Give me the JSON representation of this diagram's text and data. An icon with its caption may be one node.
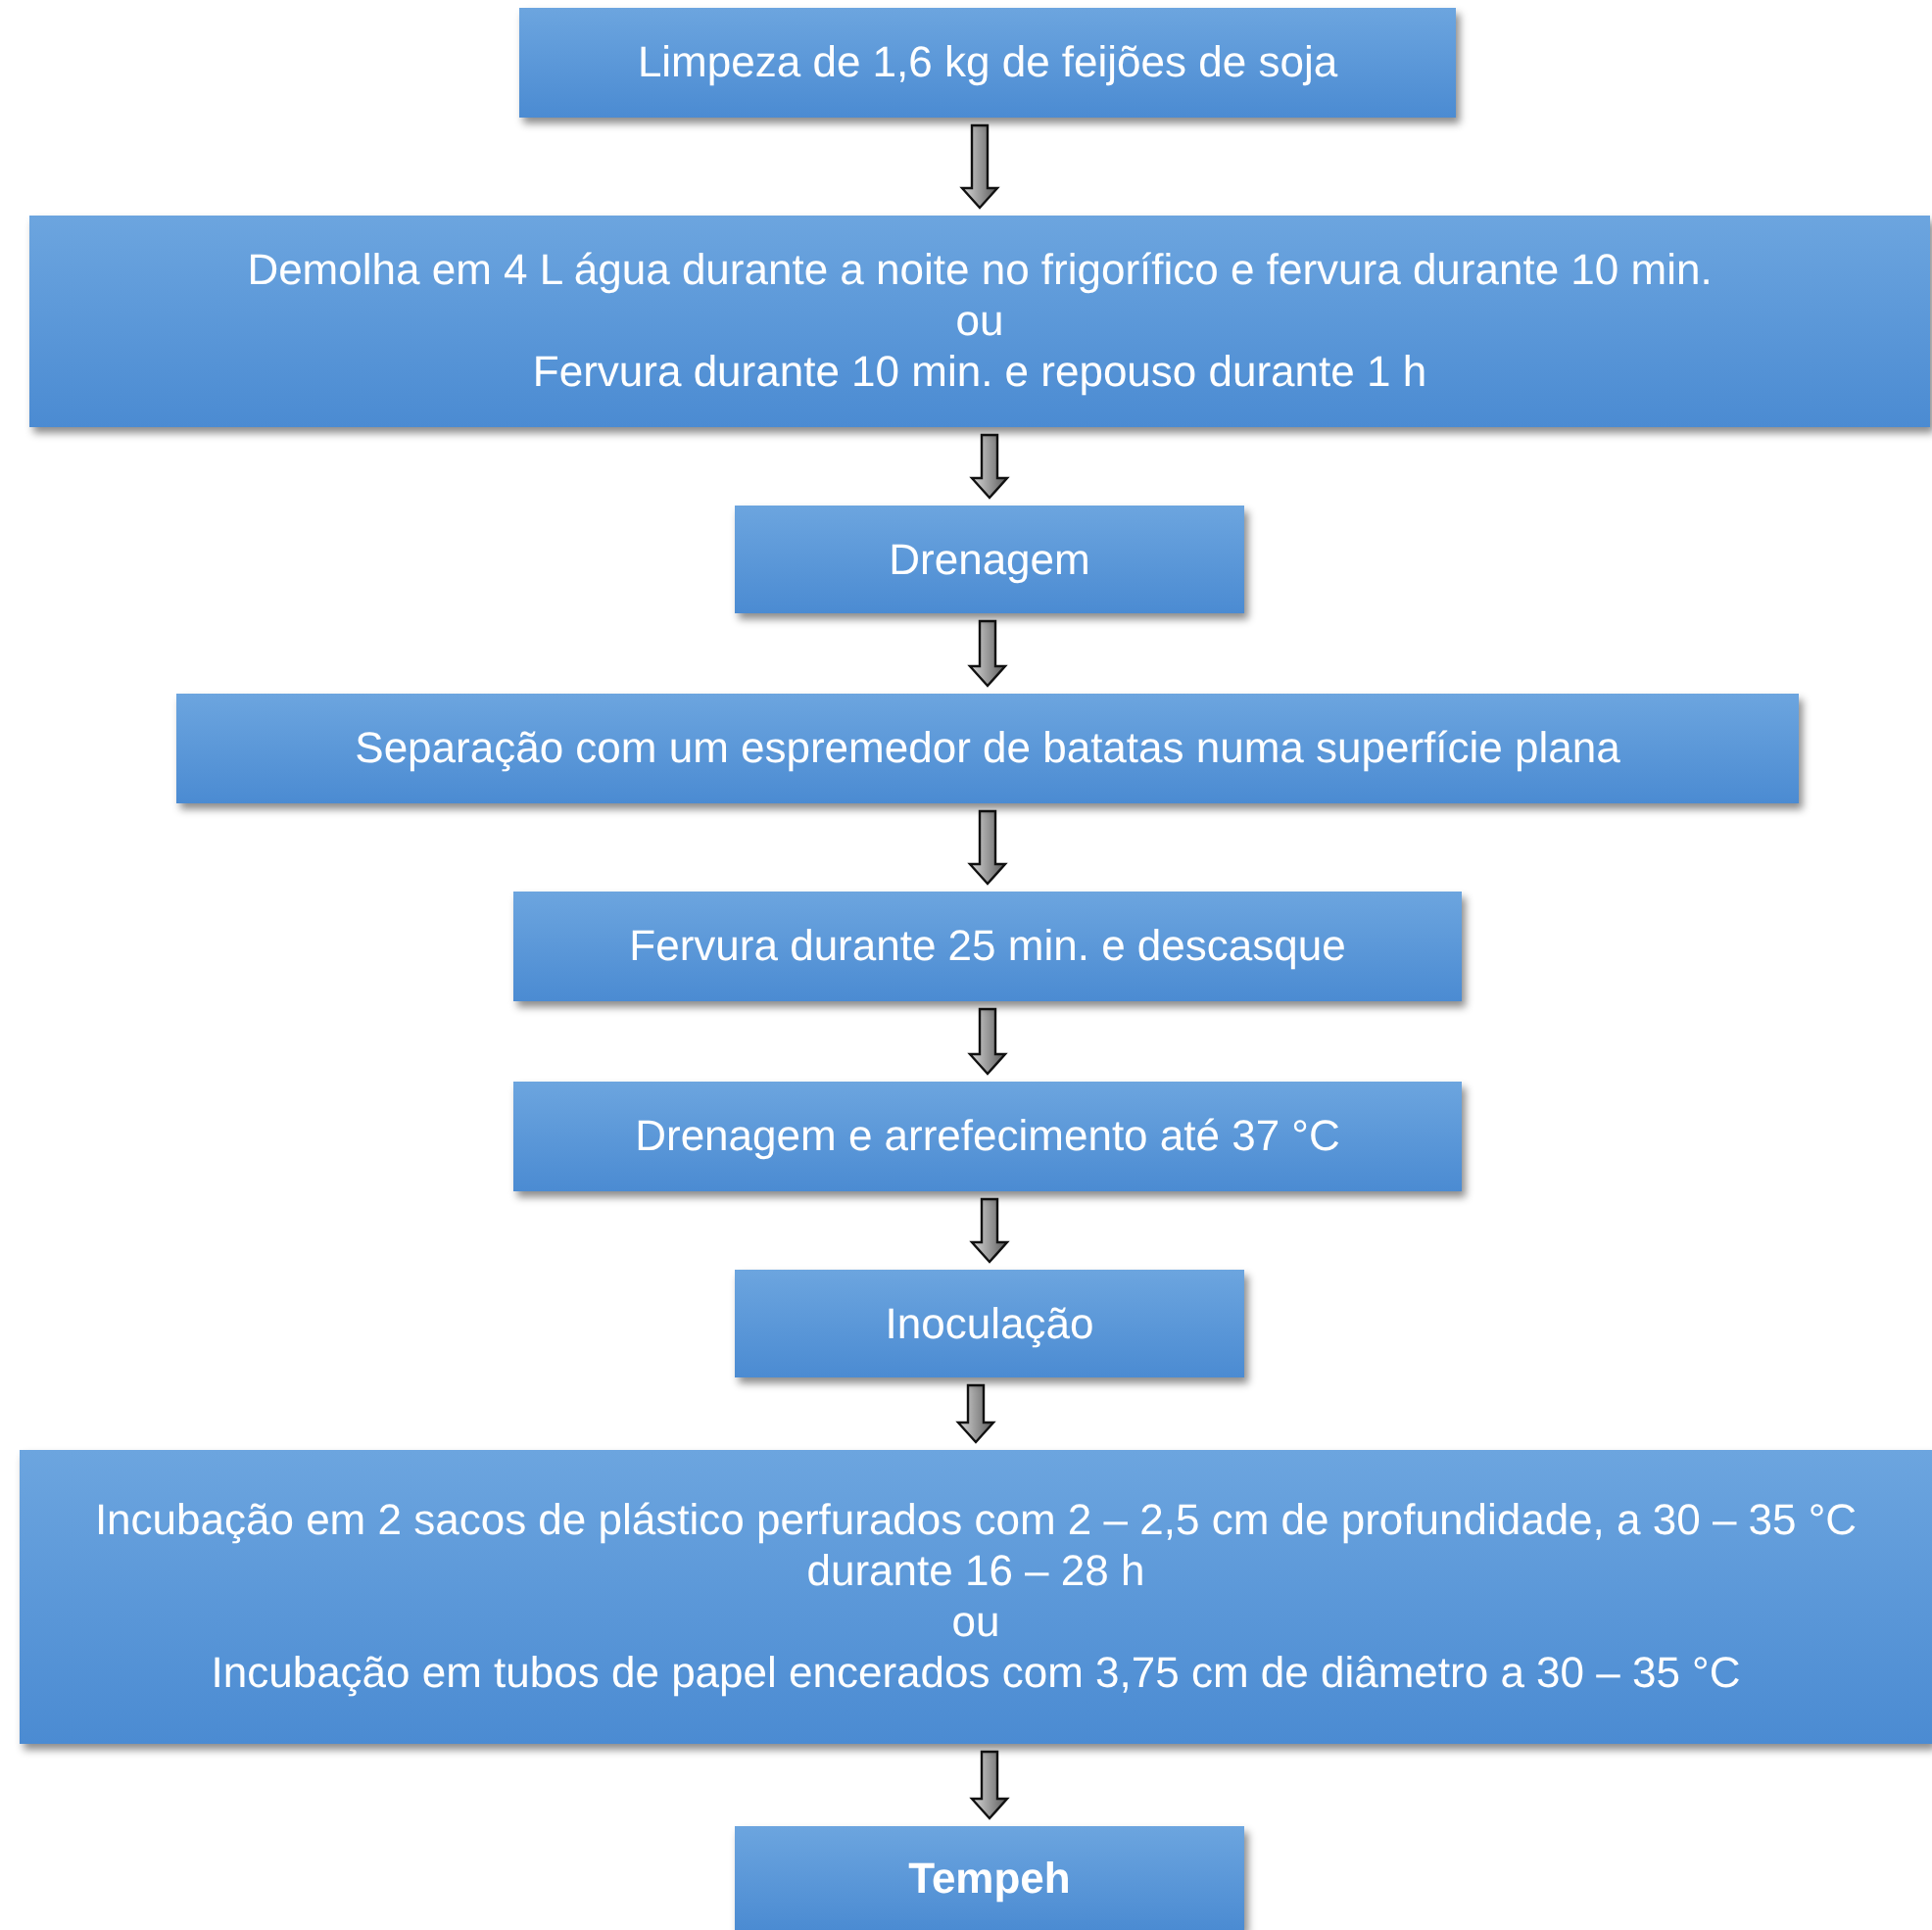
{
  "diagram": {
    "nodes": [
      {
        "text": [
          "Limpeza de 1,6 kg de feijões de soja"
        ]
      },
      {
        "text": [
          "Demolha em 4 L água durante a noite no frigorífico e fervura durante 10 min.",
          "ou",
          "Fervura durante 10 min. e repouso durante 1 h"
        ]
      },
      {
        "text": [
          "Drenagem"
        ]
      },
      {
        "text": [
          "Separação com um espremedor de batatas numa superfície plana"
        ]
      },
      {
        "text": [
          "Fervura durante 25 min. e descasque"
        ]
      },
      {
        "text": [
          "Drenagem e arrefecimento até 37 °C"
        ]
      },
      {
        "text": [
          "Inoculação"
        ]
      },
      {
        "text": [
          "Incubação em 2 sacos de plástico perfurados com 2 – 2,5 cm de profundidade, a 30 – 35 °C durante 16 – 28 h",
          "ou",
          "Incubação em tubos de papel encerados com 3,75 cm de diâmetro a 30 – 35 °C"
        ]
      },
      {
        "text": [
          "Tempeh"
        ]
      }
    ],
    "edges": [
      {
        "from": 0,
        "to": 1,
        "arrow": "to"
      },
      {
        "from": 1,
        "to": 2,
        "arrow": "to"
      },
      {
        "from": 2,
        "to": 3,
        "arrow": "to"
      },
      {
        "from": 3,
        "to": 4,
        "arrow": "to"
      },
      {
        "from": 4,
        "to": 5,
        "arrow": "to"
      },
      {
        "from": 5,
        "to": 6,
        "arrow": "to"
      },
      {
        "from": 6,
        "to": 7,
        "arrow": "to"
      },
      {
        "from": 7,
        "to": 8,
        "arrow": "to"
      }
    ]
  }
}
